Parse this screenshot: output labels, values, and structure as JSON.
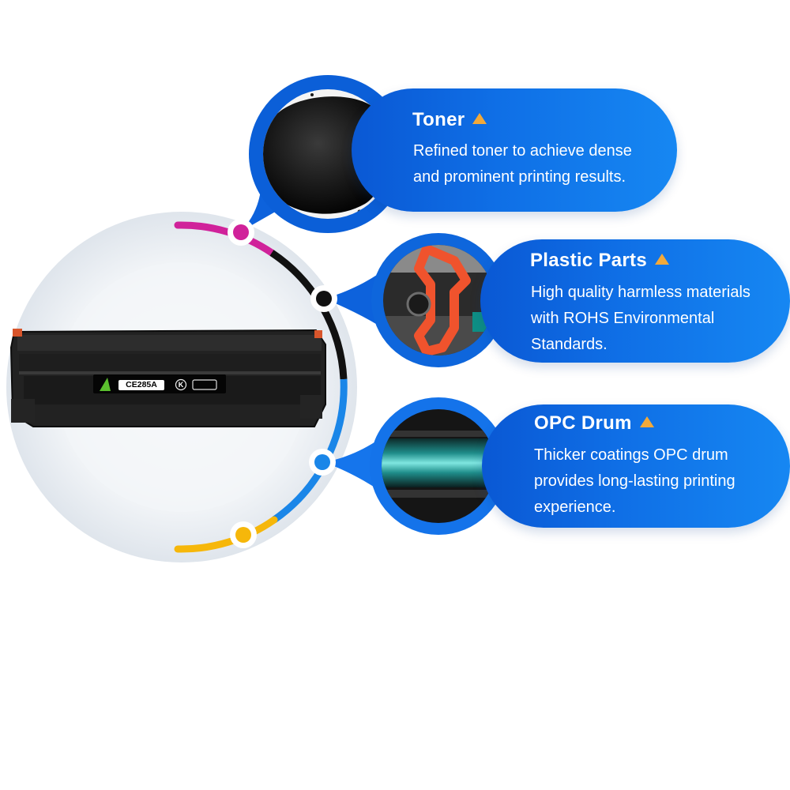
{
  "colors": {
    "card_blue": "#0f6fe6",
    "ring_blue": "#1a86e8",
    "magenta": "#d0229a",
    "black": "#111111",
    "yellow": "#f6b70a",
    "triangle": "#f2a93a"
  },
  "product": {
    "model_label": "CE285A",
    "color_code": "K"
  },
  "features": [
    {
      "title": "Toner",
      "description": "Refined toner to achieve dense\nand prominent printing results.",
      "icon": "triangle-icon"
    },
    {
      "title": "Plastic Parts",
      "description": "High quality harmless materials\nwith ROHS Environmental\nStandards.",
      "icon": "triangle-icon"
    },
    {
      "title": "OPC Drum",
      "description": "Thicker coatings OPC drum\nprovides long-lasting printing\nexperience.",
      "icon": "triangle-icon"
    }
  ]
}
